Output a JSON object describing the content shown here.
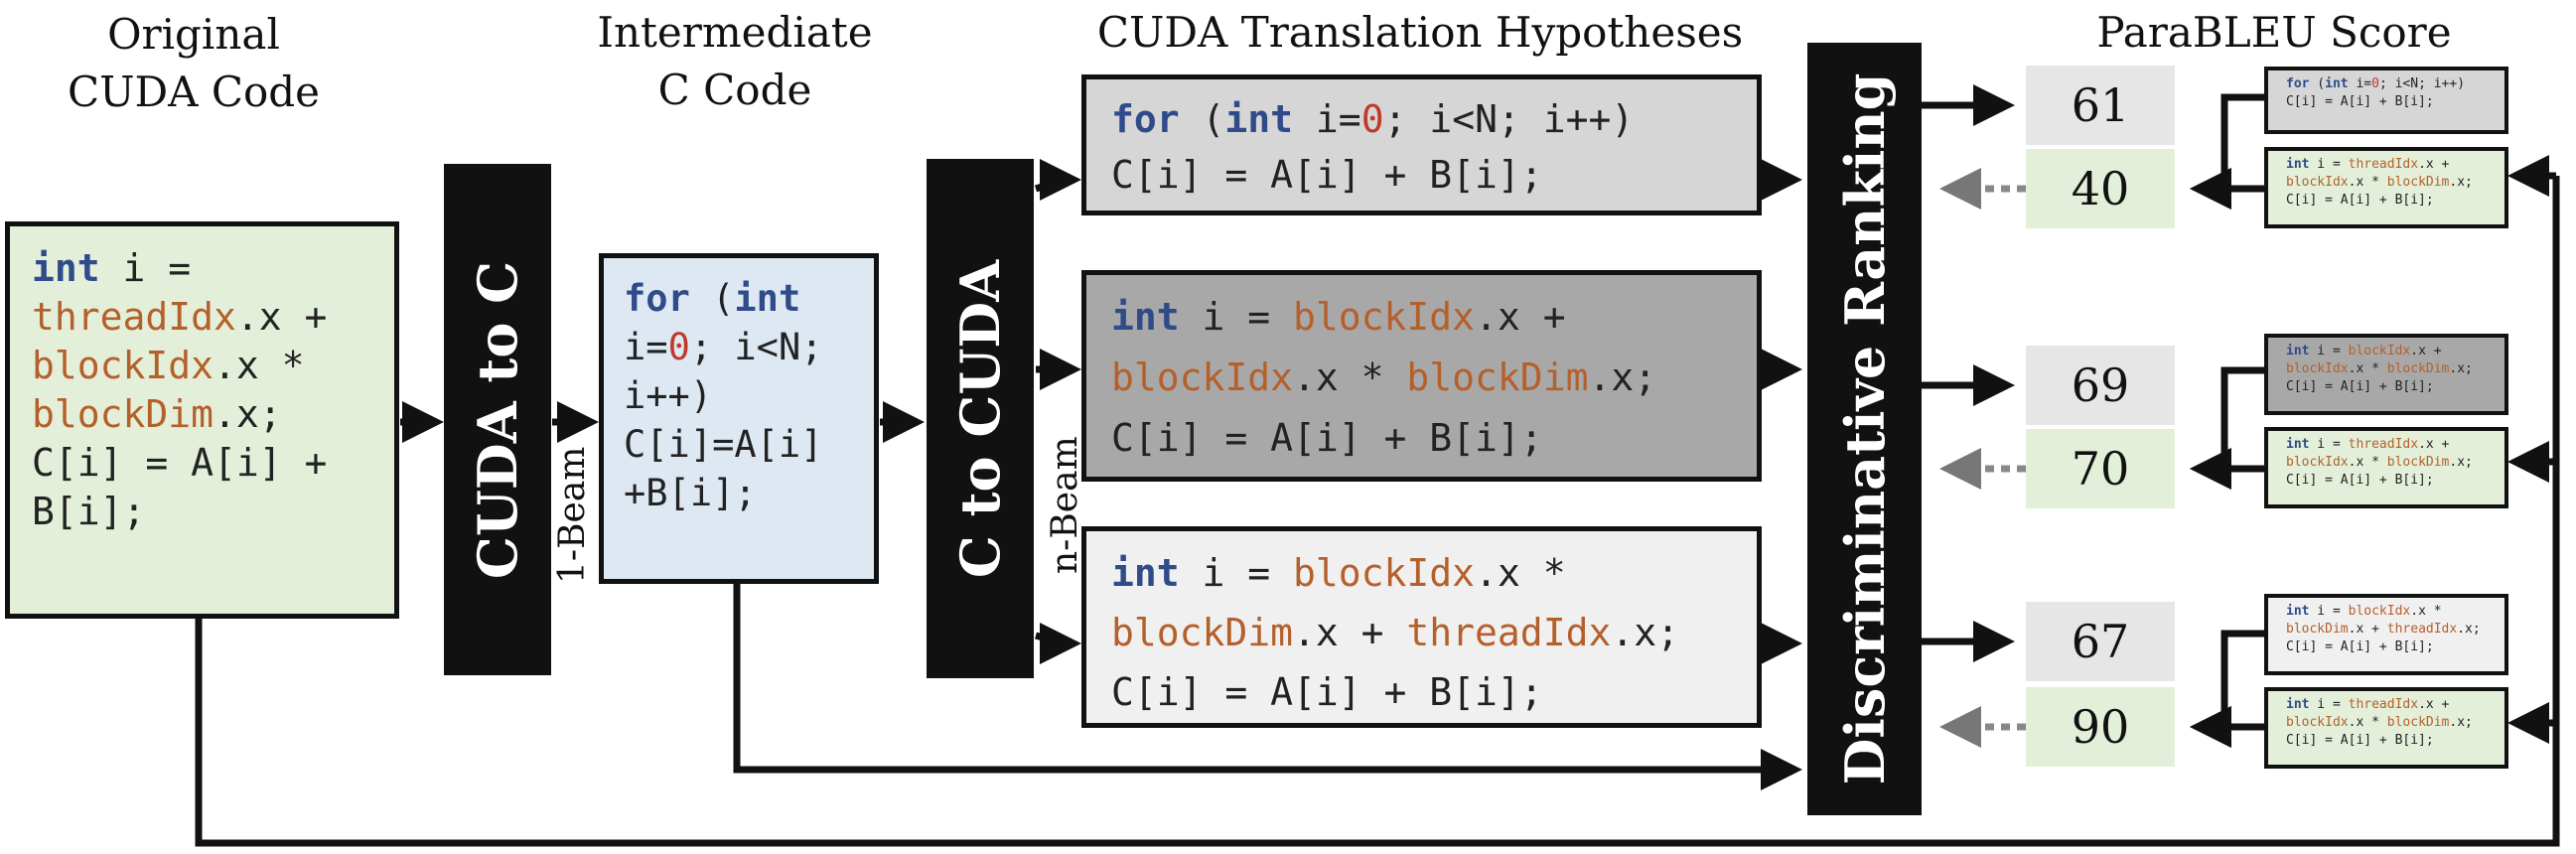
{
  "headings": {
    "original": "Original\nCUDA Code",
    "intermediate": "Intermediate\nC Code",
    "hypotheses": "CUDA Translation Hypotheses",
    "parableu": "ParaBLEU Score"
  },
  "stages": {
    "cuda_to_c": "CUDA to C",
    "c_to_cuda": "C to CUDA",
    "ranking": "Discriminative Ranking",
    "one_beam": "1-Beam",
    "n_beam": "n-Beam"
  },
  "scores": {
    "h1_rank": "61",
    "h1_ref": "40",
    "h2_rank": "69",
    "h2_ref": "70",
    "h3_rank": "67",
    "h3_ref": "90"
  },
  "colors": {
    "original_bg": "#e3efd9",
    "intermediate_bg": "#dde8f3",
    "hyp1_bg": "#d6d6d6",
    "hyp2_bg": "#a8a8a8",
    "hyp3_bg": "#f0f0f0",
    "keyword": "#2f4b8a",
    "identifier": "#b5602b",
    "number": "#c0392b"
  }
}
